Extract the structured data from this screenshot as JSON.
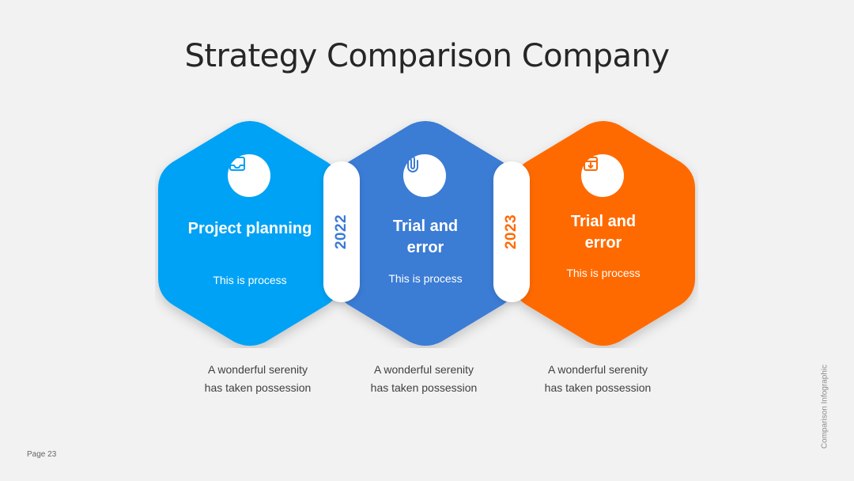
{
  "title": "Strategy Comparison Company",
  "steps": [
    {
      "title_lines": [
        "Project planning"
      ],
      "subtitle": "This is process",
      "icon": "inbox-icon",
      "color": "#00a2f5",
      "description_lines": [
        "A wonderful serenity",
        "has taken possession"
      ]
    },
    {
      "title_lines": [
        "Trial and",
        "error"
      ],
      "subtitle": "This is process",
      "icon": "paperclip-icon",
      "color": "#3a7bd5",
      "description_lines": [
        "A wonderful serenity",
        "has taken possession"
      ]
    },
    {
      "title_lines": [
        "Trial and",
        "error"
      ],
      "subtitle": "This is process",
      "icon": "archive-download-icon",
      "color": "#ff6a00",
      "description_lines": [
        "A wonderful serenity",
        "has taken possession"
      ]
    }
  ],
  "years": [
    {
      "label": "2022",
      "color": "#3a7bd5"
    },
    {
      "label": "2023",
      "color": "#ff6a00"
    }
  ],
  "footer": {
    "page": "Page 23",
    "side_label": "Comparison Infographic"
  }
}
